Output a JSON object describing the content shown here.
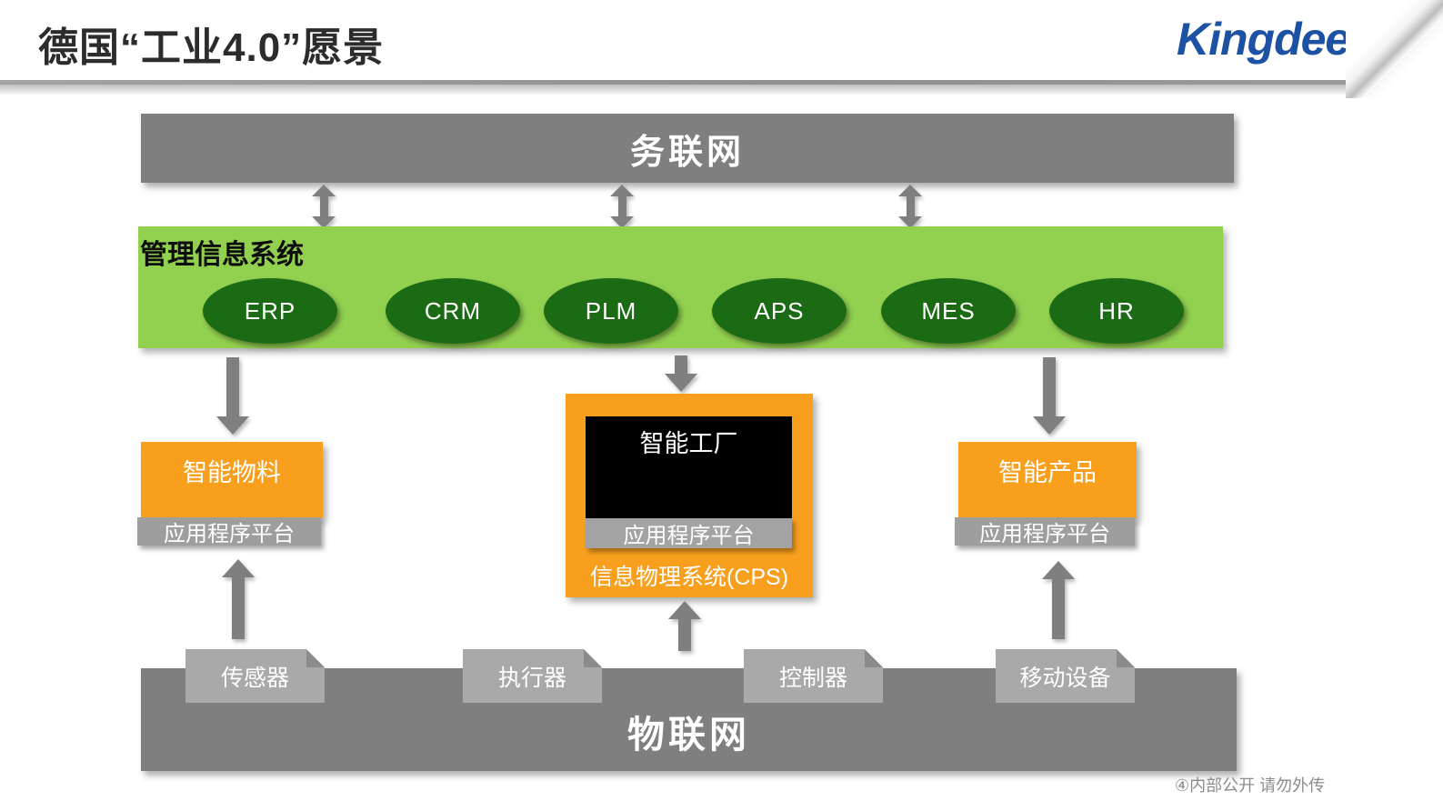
{
  "header": {
    "title": "德国“工业4.0”愿景",
    "logo_text": "Kingdee"
  },
  "layers": {
    "internet_of_services": "务联网",
    "mis_label": "管理信息系统",
    "mis_systems": [
      "ERP",
      "CRM",
      "PLM",
      "APS",
      "MES",
      "HR"
    ],
    "internet_of_things": "物联网"
  },
  "smart_units": {
    "materials": {
      "title": "智能物料",
      "platform": "应用程序平台"
    },
    "factory": {
      "title": "智能工厂",
      "platform": "应用程序平台",
      "cps_label": "信息物理系统(CPS)"
    },
    "products": {
      "title": "智能产品",
      "platform": "应用程序平台"
    }
  },
  "devices": [
    "传感器",
    "执行器",
    "控制器",
    "移动设备"
  ],
  "footer": {
    "note": "④内部公开 请勿外传"
  },
  "colors": {
    "bar_gray": "#7F7F7F",
    "tab_gray": "#A9A9A9",
    "platform_gray": "#9E9E9E",
    "light_green": "#92D050",
    "dark_green": "#1B6A14",
    "accent_orange": "#F8A01E",
    "kingdee_blue": "#1C51A3"
  }
}
